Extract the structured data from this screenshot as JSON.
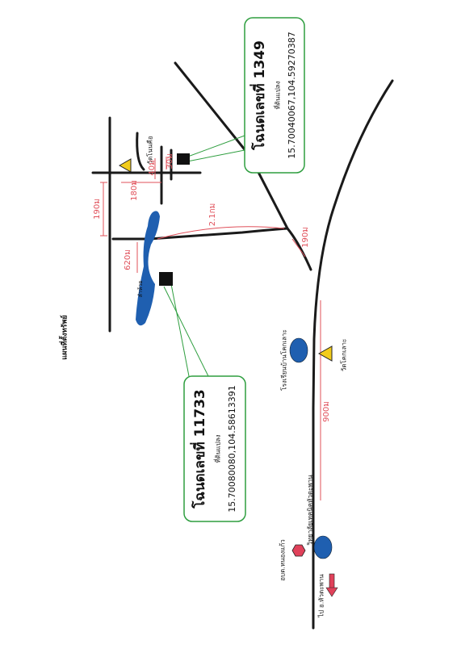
{
  "map": {
    "title": "แผนที่ตั้งทรัพย์",
    "colors": {
      "road": "#1a1a1a",
      "distance": "#e0505a",
      "callout": "#2e9e3f",
      "water": "#1f5fb0",
      "temple": "#f2cc1a",
      "school": "#1f5fb0",
      "hall": "#e0415a",
      "marker": "#111111"
    },
    "icons": {
      "temple": "triangle-icon",
      "school": "circle-icon",
      "hall": "hexagon-icon",
      "direction": "arrow-down-icon",
      "parcel": "square-marker-icon"
    }
  },
  "parcels": [
    {
      "deed_label": "โฉนดเลขที่ 11733",
      "subtitle": "ที่ดินแปลง",
      "coords": "15.70080080,104.58613391"
    },
    {
      "deed_label": "โฉนดเลขที่ 1349",
      "subtitle": "ที่ดินแปลง",
      "coords": "15.70040067,104.59270387"
    }
  ],
  "places": {
    "temple_top": "วัดโนนคือ",
    "lake": "ลำห้วย",
    "school_main": "โรงเรียนบ้านโคกเลาะ",
    "temple_main": "วัดโคกเลาะ",
    "college": "วิทยาลัยเทคนิคหัวตะพาน",
    "hall": "อบต.หนองแก้ว",
    "direction": "ไป อ.หัวตะพาน"
  },
  "distances": {
    "d190_left": "190ม",
    "d180": "180ม",
    "d40": "40ม",
    "d30": "30ม",
    "d620": "620ม",
    "d21km": "2.1กม",
    "d190_right": "190ม",
    "d900": "900ม"
  }
}
